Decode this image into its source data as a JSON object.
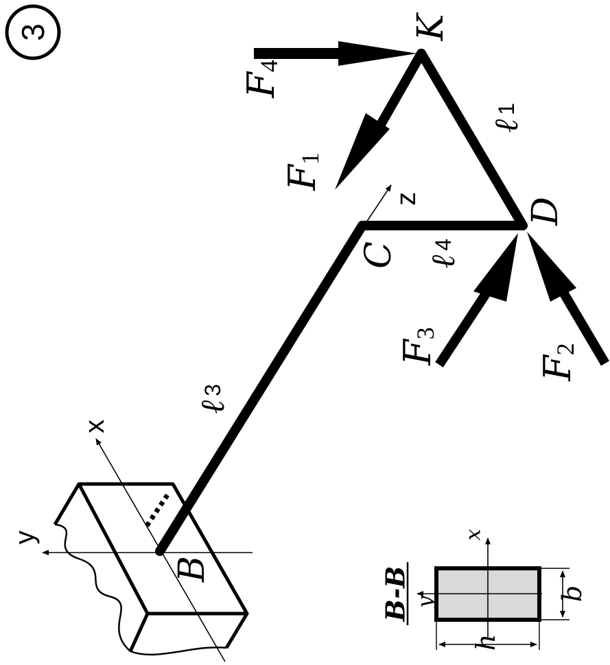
{
  "problem_number": "3",
  "points": {
    "K": "K",
    "D": "D",
    "C": "C",
    "B": "B"
  },
  "forces": {
    "F1": {
      "sym": "F",
      "sub": "1"
    },
    "F2": {
      "sym": "F",
      "sub": "2"
    },
    "F3": {
      "sym": "F",
      "sub": "3"
    },
    "F4": {
      "sym": "F",
      "sub": "4"
    }
  },
  "lengths": {
    "l1": {
      "sym": "ℓ",
      "sub": "1"
    },
    "l3": {
      "sym": "ℓ",
      "sub": "3"
    },
    "l4": {
      "sym": "ℓ",
      "sub": "4"
    }
  },
  "axes": {
    "x": "x",
    "y": "y",
    "z": "z"
  },
  "section": {
    "title": "B-B",
    "x_label": "x",
    "y_label": "y",
    "h_label": "h",
    "b_label": "b",
    "fill": "#d9d9d9"
  },
  "colors": {
    "ink": "#000000",
    "background": "#ffffff"
  }
}
